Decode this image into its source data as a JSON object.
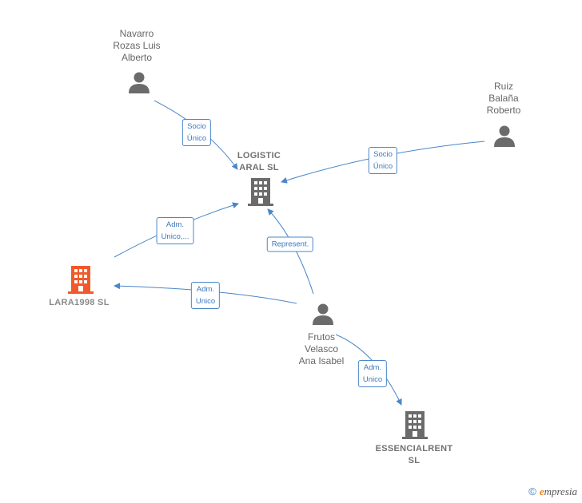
{
  "nodes": {
    "navarro": {
      "name_lines": [
        "Navarro",
        "Rozas Luis",
        "Alberto"
      ],
      "type": "person"
    },
    "ruiz": {
      "name_lines": [
        "Ruiz",
        "Balaña",
        "Roberto"
      ],
      "type": "person"
    },
    "logistic": {
      "name_lines": [
        "LOGISTIC",
        "ARAL  SL"
      ],
      "type": "company"
    },
    "lara": {
      "name_lines": [
        "LARA1998  SL"
      ],
      "type": "company",
      "color": "#f05a2b"
    },
    "frutos": {
      "name_lines": [
        "Frutos",
        "Velasco",
        "Ana Isabel"
      ],
      "type": "person"
    },
    "essencial": {
      "name_lines": [
        "ESSENCIALRENT",
        "SL"
      ],
      "type": "company"
    }
  },
  "edges": {
    "navarro_logistic": {
      "label_lines": [
        "Socio",
        "Único"
      ]
    },
    "ruiz_logistic": {
      "label_lines": [
        "Socio",
        "Único"
      ]
    },
    "lara_logistic": {
      "label_lines": [
        "Adm.",
        "Unico,..."
      ]
    },
    "frutos_logistic": {
      "label_lines": [
        "Represent."
      ]
    },
    "frutos_lara": {
      "label_lines": [
        "Adm.",
        "Unico"
      ]
    },
    "frutos_essencial": {
      "label_lines": [
        "Adm.",
        "Unico"
      ]
    }
  },
  "colors": {
    "edge": "#4a86c8",
    "person_icon": "#6b6b6b",
    "company_icon": "#6b6b6b",
    "company_highlight": "#f05a2b"
  },
  "watermark": {
    "symbol": "©",
    "brand_initial": "e",
    "brand_rest": "mpresia"
  }
}
